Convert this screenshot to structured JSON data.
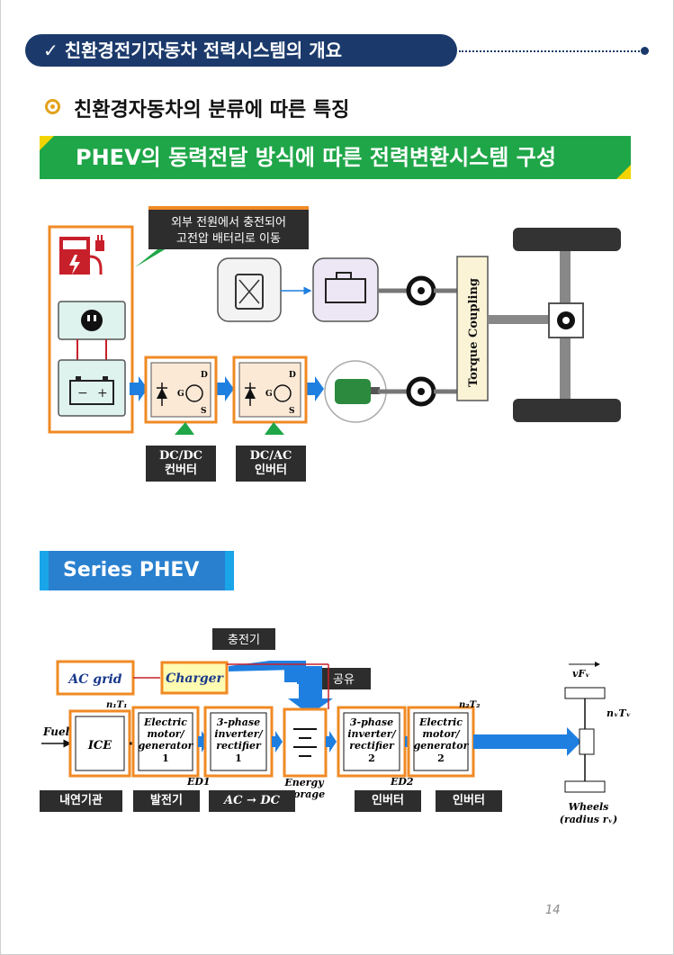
{
  "header": {
    "title": "✓ 친환경전기자동차 전력시스템의 개요"
  },
  "subtitle": "친환경자동차의 분류에 따른 특징",
  "section1": {
    "title": "PHEV의 동력전달 방식에 따른 전력변환시스템 구성"
  },
  "diagram1": {
    "callout": [
      "외부 전원에서 충전되어",
      "고전압 배터리로 이동"
    ],
    "dcdc": [
      "DC/DC",
      "컨버터"
    ],
    "dcac": [
      "DC/AC",
      "인버터"
    ],
    "coupling": "Torque Coupling",
    "switch_labels": {
      "g": "G",
      "d": "D",
      "s": "S"
    }
  },
  "section2": {
    "title": "Series PHEV"
  },
  "diagram2": {
    "charger_label": "충전기",
    "fuel_label": "공유",
    "ac_grid": "AC grid",
    "charger": "Charger",
    "fuel": "Fuel",
    "ice": "ICE",
    "motor1": [
      "Electric",
      "motor/",
      "generator",
      "1"
    ],
    "inv1": [
      "3-phase",
      "inverter/",
      "rectifier",
      "1"
    ],
    "energy": [
      "Energy",
      "storage"
    ],
    "inv2": [
      "3-phase",
      "inverter/",
      "rectifier",
      "2"
    ],
    "motor2": [
      "Electric",
      "motor/",
      "generator",
      "2"
    ],
    "ed1": "ED1",
    "ed2": "ED2",
    "n1t1": "n₁T₁",
    "n2t2": "n₂T₂",
    "vfv": "vFᵥ",
    "nvtv": "nᵥTᵥ",
    "wheels": [
      "Wheels",
      "(radius rᵥ)"
    ],
    "labels": [
      "내연기관",
      "발전기",
      "AC → DC",
      "인버터",
      "인버터"
    ]
  },
  "page_number": "14"
}
